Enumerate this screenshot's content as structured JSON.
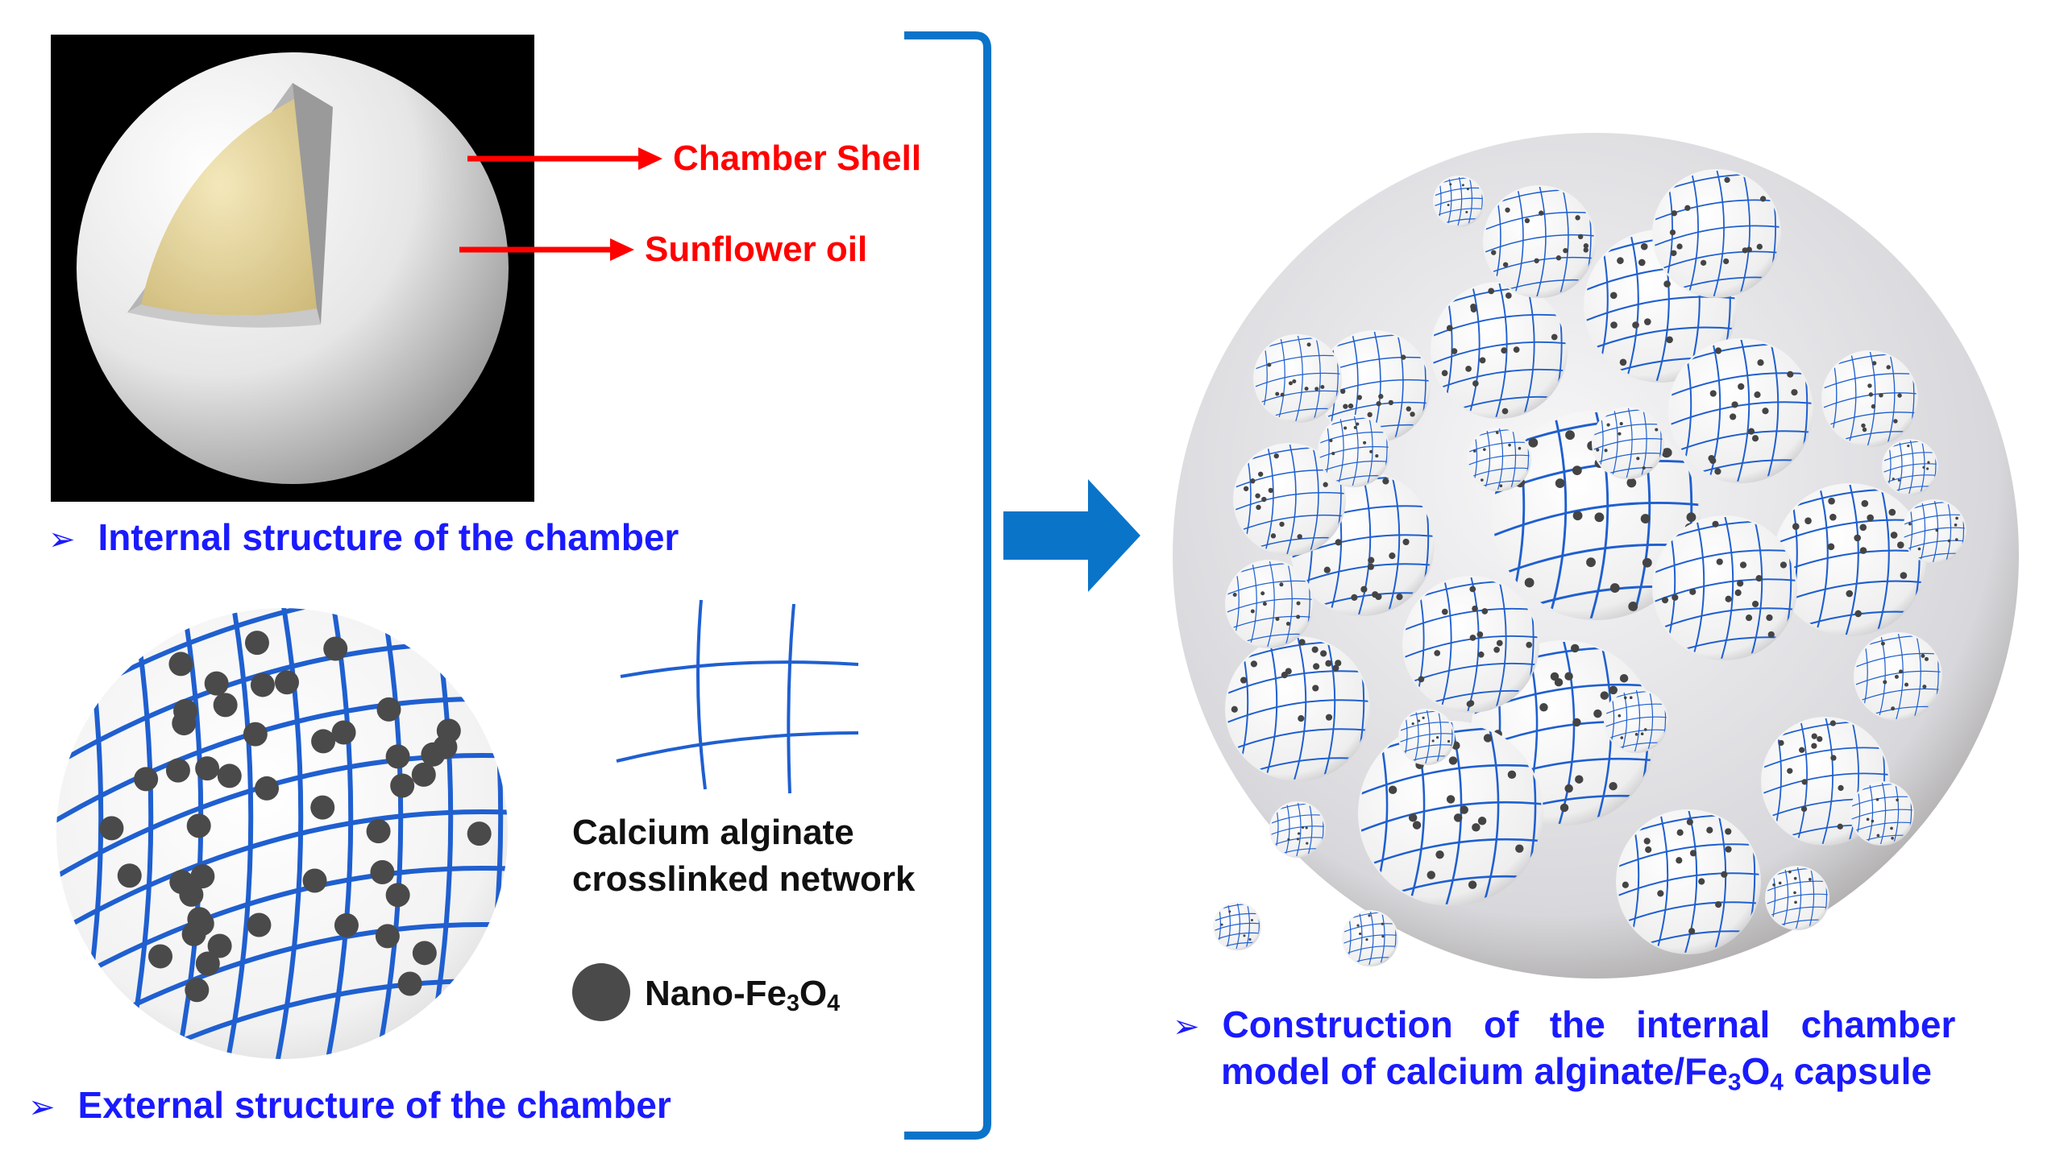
{
  "panels": {
    "internal": {
      "caption": "Internal structure of the chamber",
      "labels": {
        "shell": "Chamber Shell",
        "oil": "Sunflower oil"
      }
    },
    "external": {
      "caption": "External structure of the chamber",
      "legend": {
        "network_line1": "Calcium alginate",
        "network_line2": "crosslinked network",
        "particle_prefix": "Nano-Fe",
        "particle_sub1": "3",
        "particle_mid": "O",
        "particle_sub2": "4"
      }
    },
    "result": {
      "caption_line1": "Construction   of   the   internal   chamber",
      "caption_line2_a": "model of calcium alginate/Fe",
      "caption_line2_sub1": "3",
      "caption_line2_b": "O",
      "caption_line2_sub2": "4",
      "caption_line2_c": " capsule"
    }
  },
  "colors": {
    "network_blue": "#1f5fd0",
    "arrow_blue": "#0a74c9",
    "label_red": "#ff0000",
    "caption_blue": "#1a1aff",
    "particle_gray": "#4a4a4a",
    "oil_yellow": "#e8d9a0"
  }
}
